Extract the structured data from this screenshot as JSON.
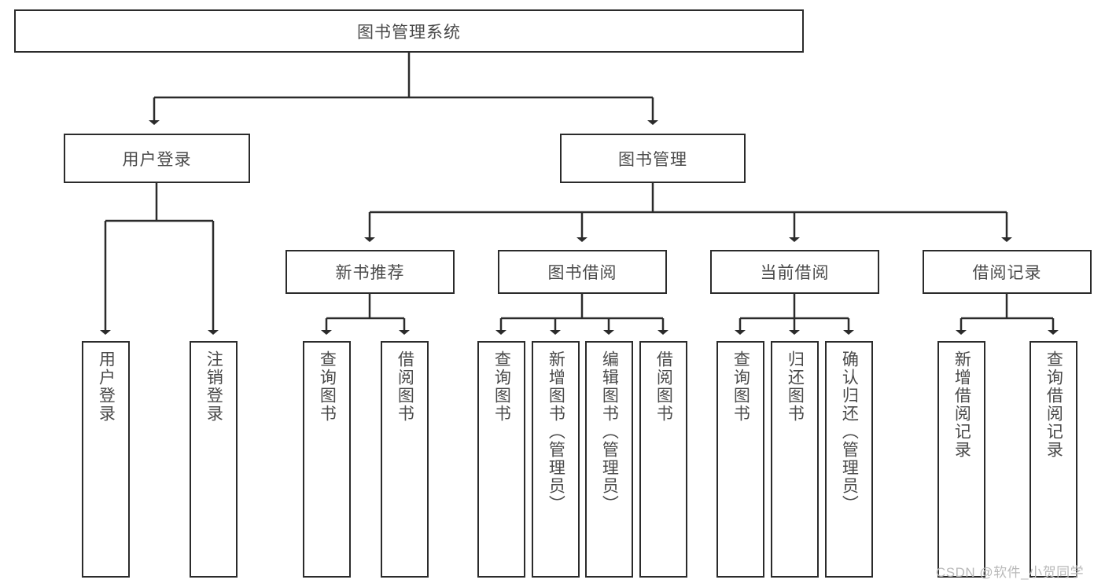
{
  "diagram": {
    "type": "tree-hierarchy",
    "title": "图书管理系统",
    "orientation": "top-down",
    "root": {
      "id": "root",
      "label": "图书管理系统",
      "level": 0
    },
    "level1": [
      {
        "id": "user-login",
        "label": "用户登录"
      },
      {
        "id": "book-manage",
        "label": "图书管理"
      }
    ],
    "level2": [
      {
        "id": "new-book-recommend",
        "label": "新书推荐",
        "parent": "book-manage"
      },
      {
        "id": "book-borrow",
        "label": "图书借阅",
        "parent": "book-manage"
      },
      {
        "id": "current-borrow",
        "label": "当前借阅",
        "parent": "book-manage"
      },
      {
        "id": "borrow-record",
        "label": "借阅记录",
        "parent": "book-manage"
      }
    ],
    "leaves": [
      {
        "id": "leaf-user-login",
        "label": "用户登录",
        "parent": "user-login"
      },
      {
        "id": "leaf-user-logout",
        "label": "注销登录",
        "parent": "user-login"
      },
      {
        "id": "leaf-rec-query",
        "label": "查询图书",
        "parent": "new-book-recommend"
      },
      {
        "id": "leaf-rec-borrow",
        "label": "借阅图书",
        "parent": "new-book-recommend"
      },
      {
        "id": "leaf-borrow-query",
        "label": "查询图书",
        "parent": "book-borrow"
      },
      {
        "id": "leaf-borrow-add",
        "label": "新增图书（管理员）",
        "parent": "book-borrow"
      },
      {
        "id": "leaf-borrow-edit",
        "label": "编辑图书（管理员）",
        "parent": "book-borrow"
      },
      {
        "id": "leaf-borrow-lend",
        "label": "借阅图书",
        "parent": "book-borrow"
      },
      {
        "id": "leaf-cur-query",
        "label": "查询图书",
        "parent": "current-borrow"
      },
      {
        "id": "leaf-cur-return",
        "label": "归还图书",
        "parent": "current-borrow"
      },
      {
        "id": "leaf-cur-confirm",
        "label": "确认归还（管理员）",
        "parent": "current-borrow"
      },
      {
        "id": "leaf-rec-add",
        "label": "新增借阅记录",
        "parent": "borrow-record"
      },
      {
        "id": "leaf-rec-query-record",
        "label": "查询借阅记录",
        "parent": "borrow-record"
      }
    ],
    "watermark": "CSDN @软件_小贺同学",
    "colors": {
      "stroke": "#2b2b2b",
      "text": "#4a4a4a",
      "background": "#ffffff",
      "watermark": "#b9b9b9"
    }
  }
}
